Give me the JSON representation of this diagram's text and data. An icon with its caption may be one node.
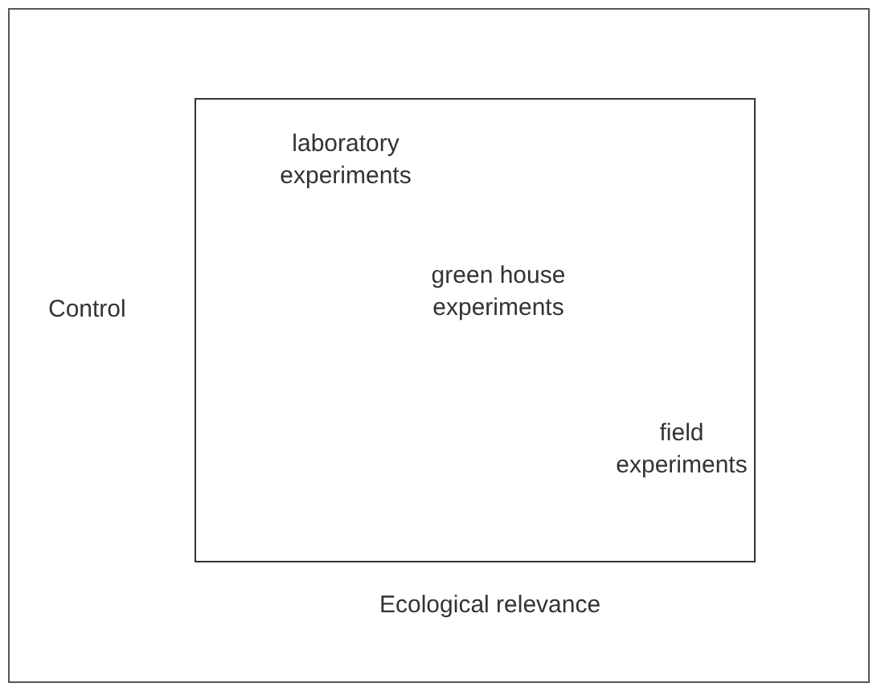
{
  "diagram": {
    "nodes": [
      {
        "text": [],
        "shape": "box"
      },
      {
        "text": [
          "laboratory experiments"
        ],
        "in": 0
      },
      {
        "text": [
          "green house experiments"
        ],
        "in": 0
      },
      {
        "text": [
          "field experiments"
        ],
        "in": 0
      }
    ],
    "edges": [],
    "labels": [
      "Control",
      "Ecological relevance"
    ]
  }
}
